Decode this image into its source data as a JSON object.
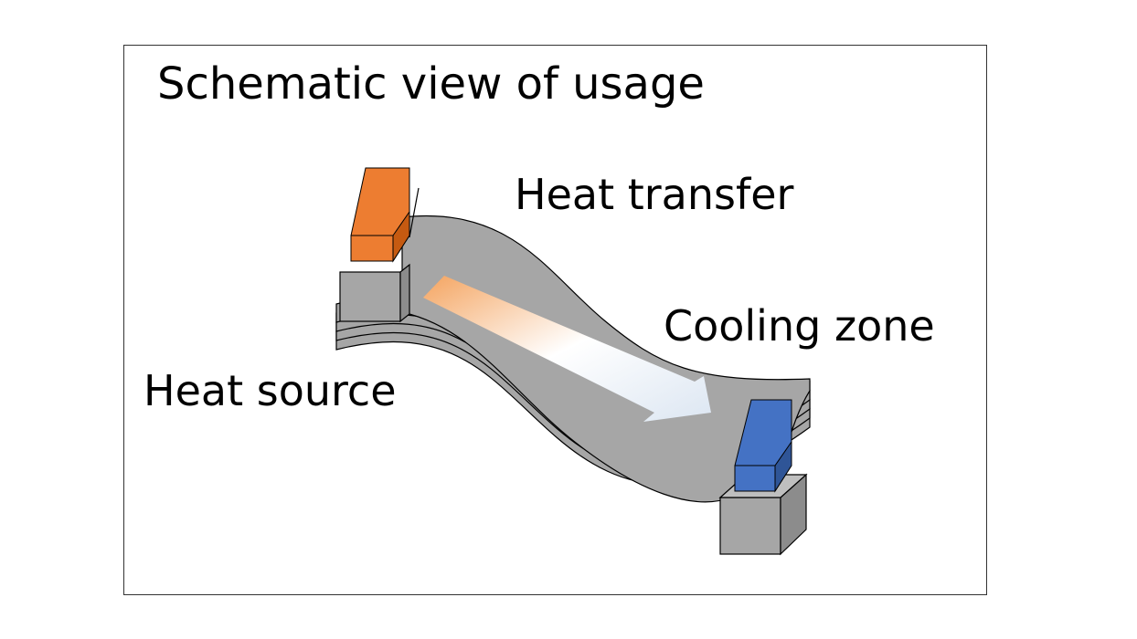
{
  "diagram": {
    "title": "Schematic view of usage",
    "labels": {
      "heat_transfer": "Heat transfer",
      "cooling_zone": "Cooling zone",
      "heat_source": "Heat source"
    },
    "colors": {
      "heat_source_block": "#ED7D31",
      "cooling_block": "#4472C4",
      "sheet": "#A6A6A6",
      "arrow_hot": "#F4A460",
      "arrow_cold": "#DCE6F2"
    }
  }
}
